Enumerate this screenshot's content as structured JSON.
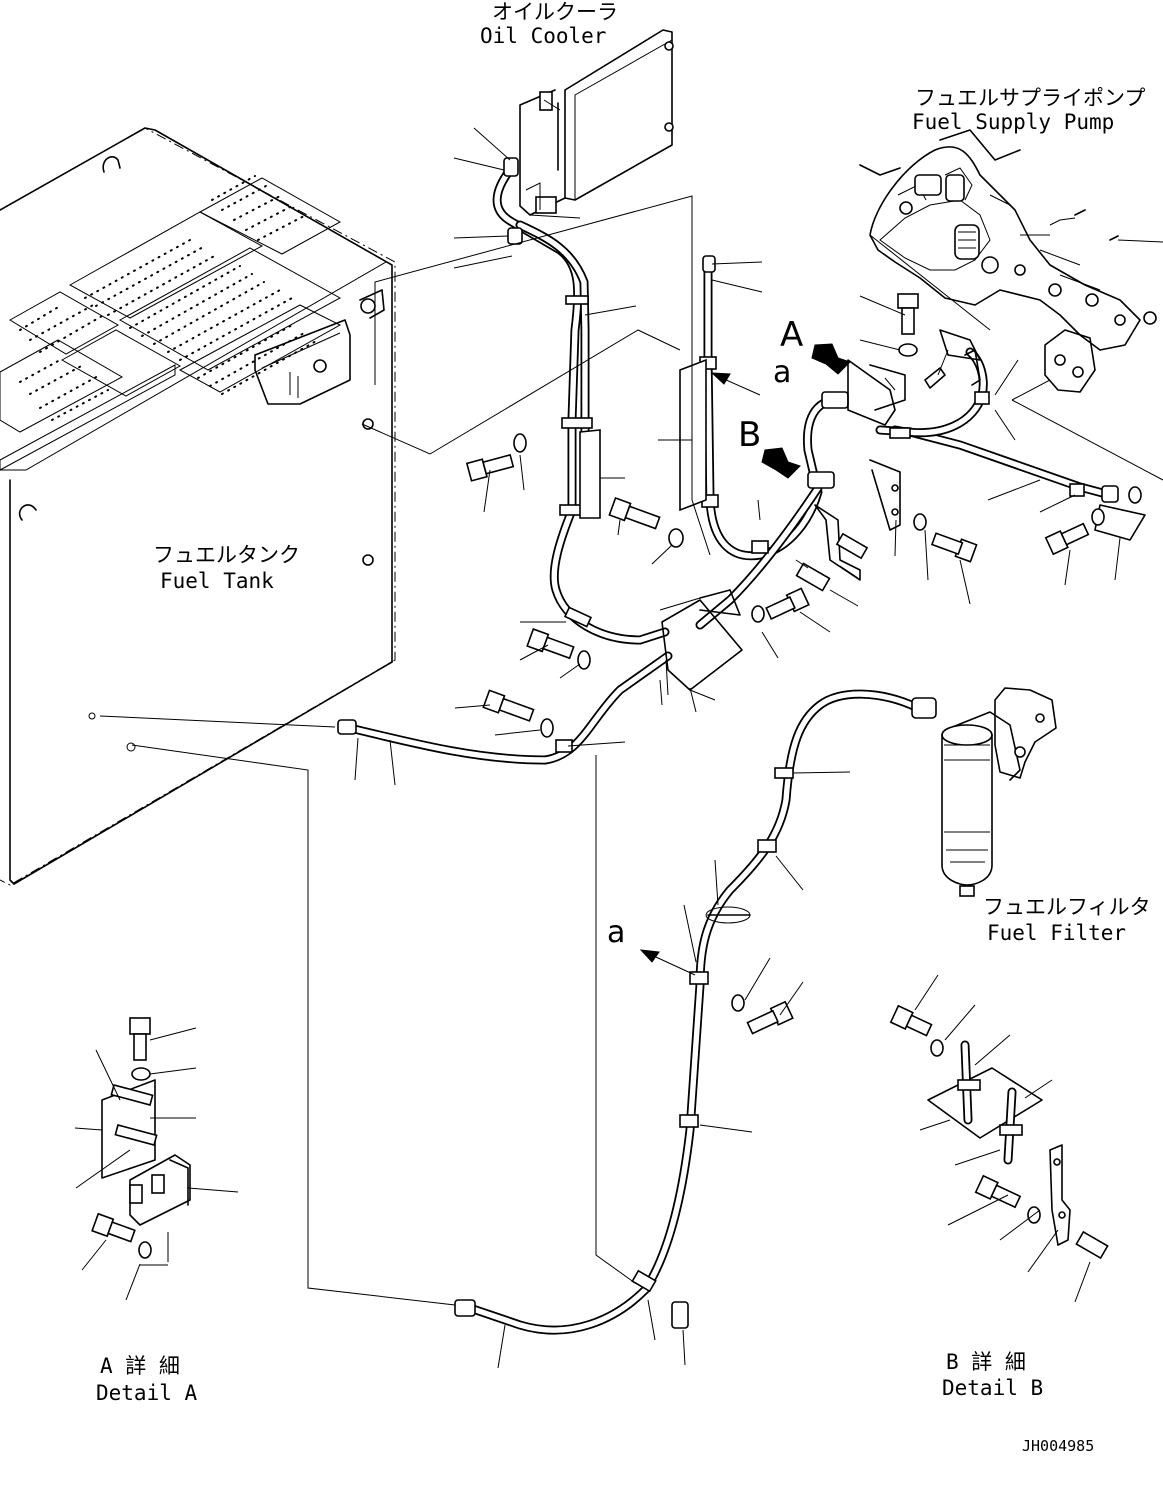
{
  "labels": {
    "oil_cooler_jp": "オイルクーラ",
    "oil_cooler_en": "Oil Cooler",
    "fuel_supply_pump_jp": "フュエルサプライポンプ",
    "fuel_supply_pump_en": "Fuel Supply Pump",
    "fuel_tank_jp": "フュエルタンク",
    "fuel_tank_en": "Fuel Tank",
    "fuel_filter_jp": "フュエルフィルタ",
    "fuel_filter_en": "Fuel Filter",
    "detail_a_jp": "A 詳 細",
    "detail_a_en": "Detail A",
    "detail_b_jp": "B 詳 細",
    "detail_b_en": "Detail B"
  },
  "view_markers": {
    "view_a": "A",
    "view_b": "B",
    "ref_a_upper": "a",
    "ref_a_lower": "a"
  },
  "drawing_number": "JH004985",
  "icons": [
    "view-arrow-a-icon",
    "view-arrow-b-icon",
    "direction-arrow-icon"
  ]
}
